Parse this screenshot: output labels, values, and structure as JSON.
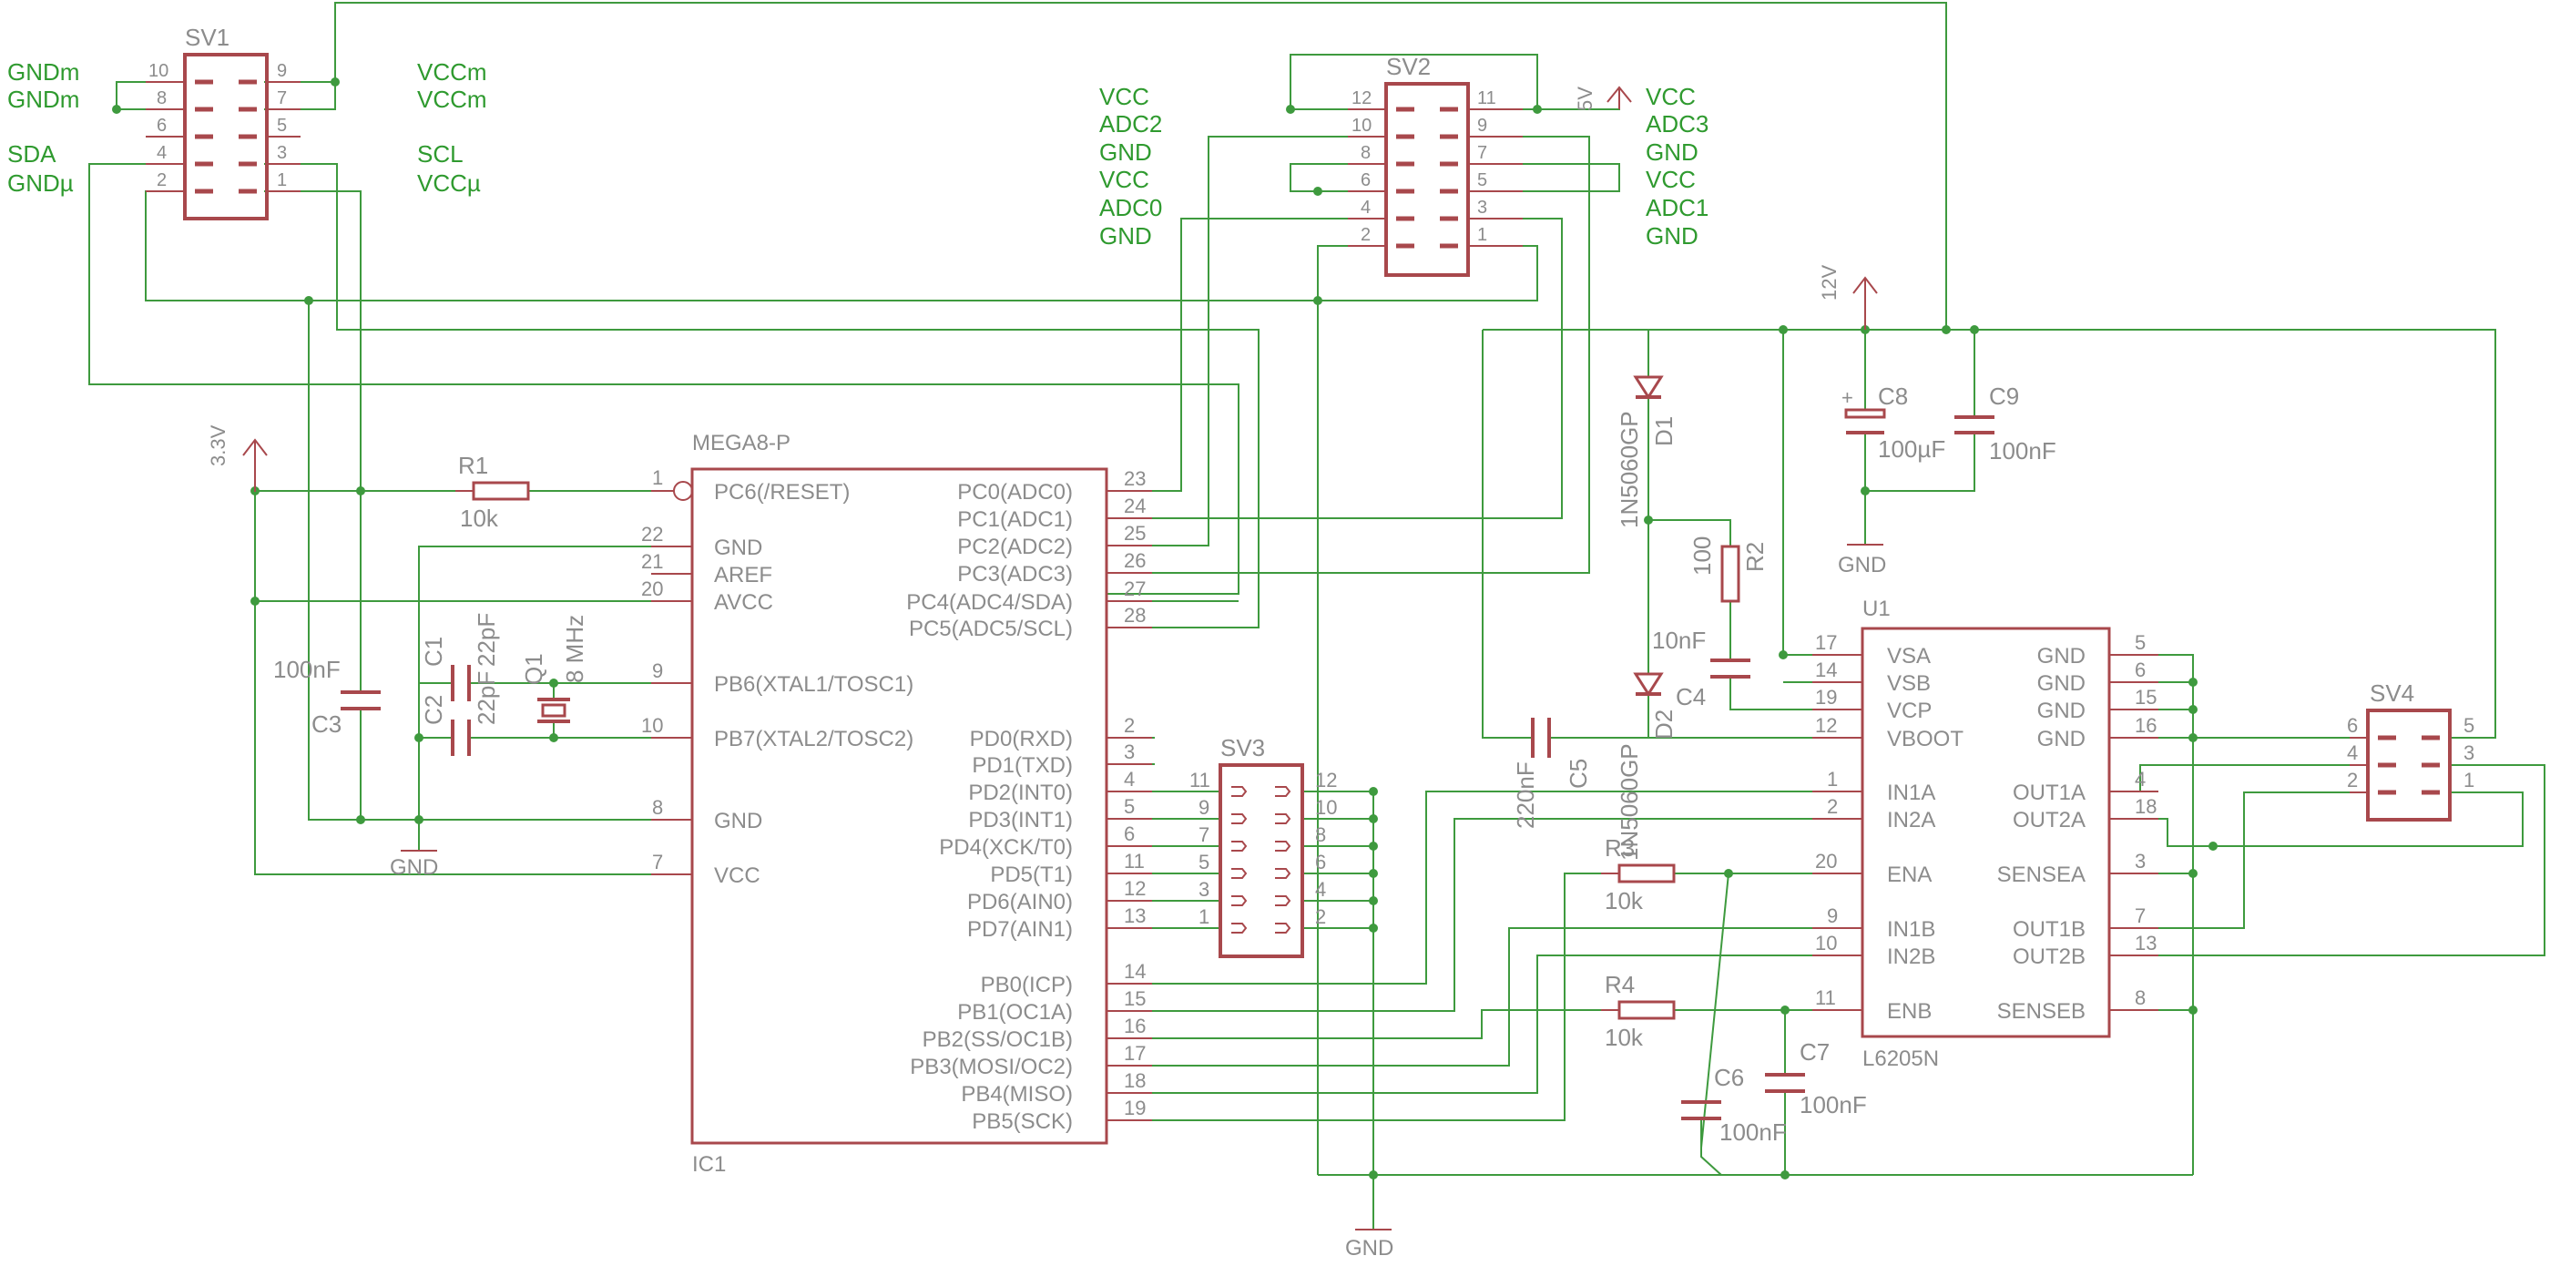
{
  "sv1": {
    "name": "SV1",
    "pins_left": [
      "10",
      "8",
      "6",
      "4",
      "2"
    ],
    "pins_right": [
      "9",
      "7",
      "5",
      "3",
      "1"
    ]
  },
  "sv1_labels": {
    "left": [
      "GNDm",
      "GNDm",
      "SDA",
      "GNDµ"
    ],
    "right": [
      "VCCm",
      "VCCm",
      "SCL",
      "VCCµ"
    ]
  },
  "sv2": {
    "name": "SV2",
    "pins_left": [
      "12",
      "10",
      "8",
      "6",
      "4",
      "2"
    ],
    "pins_right": [
      "11",
      "9",
      "7",
      "5",
      "3",
      "1"
    ]
  },
  "sv2_labels": {
    "left": [
      "VCC",
      "ADC2",
      "GND",
      "VCC",
      "ADC0",
      "GND"
    ],
    "right": [
      "VCC",
      "ADC3",
      "GND",
      "VCC",
      "ADC1",
      "GND"
    ]
  },
  "sv3": {
    "name": "SV3",
    "pins_left": [
      "11",
      "9",
      "7",
      "5",
      "3",
      "1"
    ],
    "pins_right": [
      "12",
      "10",
      "8",
      "6",
      "4",
      "2"
    ]
  },
  "sv4": {
    "name": "SV4",
    "pins_left": [
      "6",
      "4",
      "2"
    ],
    "pins_right": [
      "5",
      "3",
      "1"
    ]
  },
  "supplies": {
    "v5": "5V",
    "v12": "12V",
    "v33": "3.3V",
    "gnd": "GND"
  },
  "ic1": {
    "part": "MEGA8-P",
    "name": "IC1",
    "left": [
      {
        "pin": "1",
        "label": "PC6(/RESET)"
      },
      {
        "pin": "22",
        "label": "GND"
      },
      {
        "pin": "21",
        "label": "AREF"
      },
      {
        "pin": "20",
        "label": "AVCC"
      },
      {
        "pin": "9",
        "label": "PB6(XTAL1/TOSC1)"
      },
      {
        "pin": "10",
        "label": "PB7(XTAL2/TOSC2)"
      },
      {
        "pin": "8",
        "label": "GND"
      },
      {
        "pin": "7",
        "label": "VCC"
      }
    ],
    "right": [
      {
        "pin": "23",
        "label": "PC0(ADC0)"
      },
      {
        "pin": "24",
        "label": "PC1(ADC1)"
      },
      {
        "pin": "25",
        "label": "PC2(ADC2)"
      },
      {
        "pin": "26",
        "label": "PC3(ADC3)"
      },
      {
        "pin": "27",
        "label": "PC4(ADC4/SDA)"
      },
      {
        "pin": "28",
        "label": "PC5(ADC5/SCL)"
      },
      {
        "pin": "2",
        "label": "PD0(RXD)"
      },
      {
        "pin": "3",
        "label": "PD1(TXD)"
      },
      {
        "pin": "4",
        "label": "PD2(INT0)"
      },
      {
        "pin": "5",
        "label": "PD3(INT1)"
      },
      {
        "pin": "6",
        "label": "PD4(XCK/T0)"
      },
      {
        "pin": "11",
        "label": "PD5(T1)"
      },
      {
        "pin": "12",
        "label": "PD6(AIN0)"
      },
      {
        "pin": "13",
        "label": "PD7(AIN1)"
      },
      {
        "pin": "14",
        "label": "PB0(ICP)"
      },
      {
        "pin": "15",
        "label": "PB1(OC1A)"
      },
      {
        "pin": "16",
        "label": "PB2(SS/OC1B)"
      },
      {
        "pin": "17",
        "label": "PB3(MOSI/OC2)"
      },
      {
        "pin": "18",
        "label": "PB4(MISO)"
      },
      {
        "pin": "19",
        "label": "PB5(SCK)"
      }
    ]
  },
  "u1": {
    "name": "U1",
    "part": "L6205N",
    "left": [
      {
        "pin": "17",
        "label": "VSA"
      },
      {
        "pin": "14",
        "label": "VSB"
      },
      {
        "pin": "19",
        "label": "VCP"
      },
      {
        "pin": "12",
        "label": "VBOOT"
      },
      {
        "pin": "1",
        "label": "IN1A"
      },
      {
        "pin": "2",
        "label": "IN2A"
      },
      {
        "pin": "20",
        "label": "ENA"
      },
      {
        "pin": "9",
        "label": "IN1B"
      },
      {
        "pin": "10",
        "label": "IN2B"
      },
      {
        "pin": "11",
        "label": "ENB"
      }
    ],
    "right": [
      {
        "pin": "5",
        "label": "GND"
      },
      {
        "pin": "6",
        "label": "GND"
      },
      {
        "pin": "15",
        "label": "GND"
      },
      {
        "pin": "16",
        "label": "GND"
      },
      {
        "pin": "4",
        "label": "OUT1A"
      },
      {
        "pin": "18",
        "label": "OUT2A"
      },
      {
        "pin": "3",
        "label": "SENSEA"
      },
      {
        "pin": "7",
        "label": "OUT1B"
      },
      {
        "pin": "13",
        "label": "OUT2B"
      },
      {
        "pin": "8",
        "label": "SENSEB"
      }
    ]
  },
  "parts": {
    "r1": {
      "name": "R1",
      "value": "10k"
    },
    "r2": {
      "name": "R2",
      "value": "100"
    },
    "r3": {
      "name": "R3",
      "value": "10k"
    },
    "r4": {
      "name": "R4",
      "value": "10k"
    },
    "c1": {
      "name": "C1",
      "value": "22pF"
    },
    "c2": {
      "name": "C2",
      "value": "22pF"
    },
    "c3": {
      "name": "C3",
      "value": "100nF"
    },
    "c4": {
      "name": "C4",
      "value": "10nF"
    },
    "c5": {
      "name": "C5",
      "value": "220nF"
    },
    "c6": {
      "name": "C6",
      "value": "100nF"
    },
    "c7": {
      "name": "C7",
      "value": "100nF"
    },
    "c8": {
      "name": "C8",
      "value": "100µF"
    },
    "c9": {
      "name": "C9",
      "value": "100nF"
    },
    "q1": {
      "name": "Q1",
      "value": "8 MHz"
    },
    "d1": {
      "name": "D1",
      "value": "1N5060GP"
    },
    "d2": {
      "name": "D2",
      "value": "1N5060GP"
    }
  },
  "colors": {
    "wire": "#3e9a3e",
    "part": "#a8484c",
    "label_text": "#8c8c8c",
    "net_label": "#2f9a2f"
  }
}
